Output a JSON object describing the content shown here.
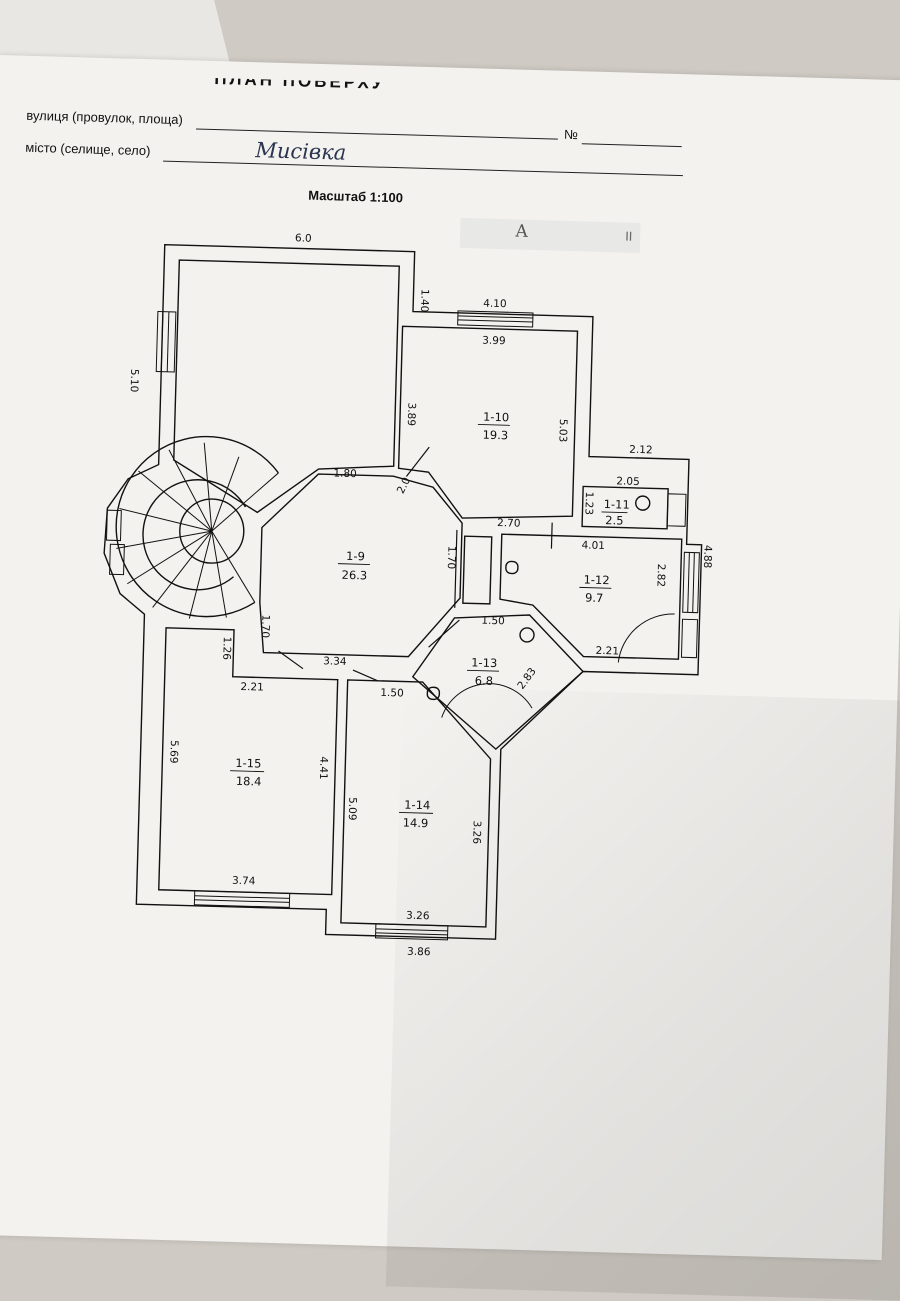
{
  "document": {
    "title": "ПЛАН ПОВЕРХУ",
    "street_label": "вулиця (провулок, площа)",
    "number_label": "№",
    "city_label": "місто (селище, село)",
    "city_value": "Мисівка",
    "scale_label": "Масштаб 1:100",
    "stamp_mark": "А",
    "stamp_mark2": "II"
  },
  "plan": {
    "rooms": [
      {
        "id": "1-9",
        "area": "26.3"
      },
      {
        "id": "1-10",
        "area": "19.3"
      },
      {
        "id": "1-11",
        "area": "2.5"
      },
      {
        "id": "1-12",
        "area": "9.7"
      },
      {
        "id": "1-13",
        "area": "6.8"
      },
      {
        "id": "1-14",
        "area": "14.9"
      },
      {
        "id": "1-15",
        "area": "18.4"
      }
    ],
    "dimensions": {
      "top_outer": "6.0",
      "left_upper": "5.10",
      "step_upper": "1.40",
      "top_110_outer": "4.10",
      "top_110_inner": "3.99",
      "left_110": "3.89",
      "right_110": "5.03",
      "step_right": "2.12",
      "top_111": "2.05",
      "side_111": "1.23",
      "top_112_outer": "2.70",
      "top_112_inner": "4.01",
      "right_outer": "4.88",
      "right_112": "2.82",
      "bottom_112": "2.21",
      "hall_top": "1.80",
      "hall_diag": "2.0",
      "hall_side": "1.70",
      "hall_left": "1.70",
      "hall_bottom": "3.34",
      "top_113": "1.50",
      "diag_113": "2.83",
      "left_step": "1.26",
      "top_115": "2.21",
      "left_115": "5.69",
      "right_115": "4.41",
      "bottom_115": "3.74",
      "top_114": "1.50",
      "left_114": "5.09",
      "right_114": "3.26",
      "bottom_114_inner": "3.26",
      "bottom_114_outer": "3.86"
    }
  }
}
